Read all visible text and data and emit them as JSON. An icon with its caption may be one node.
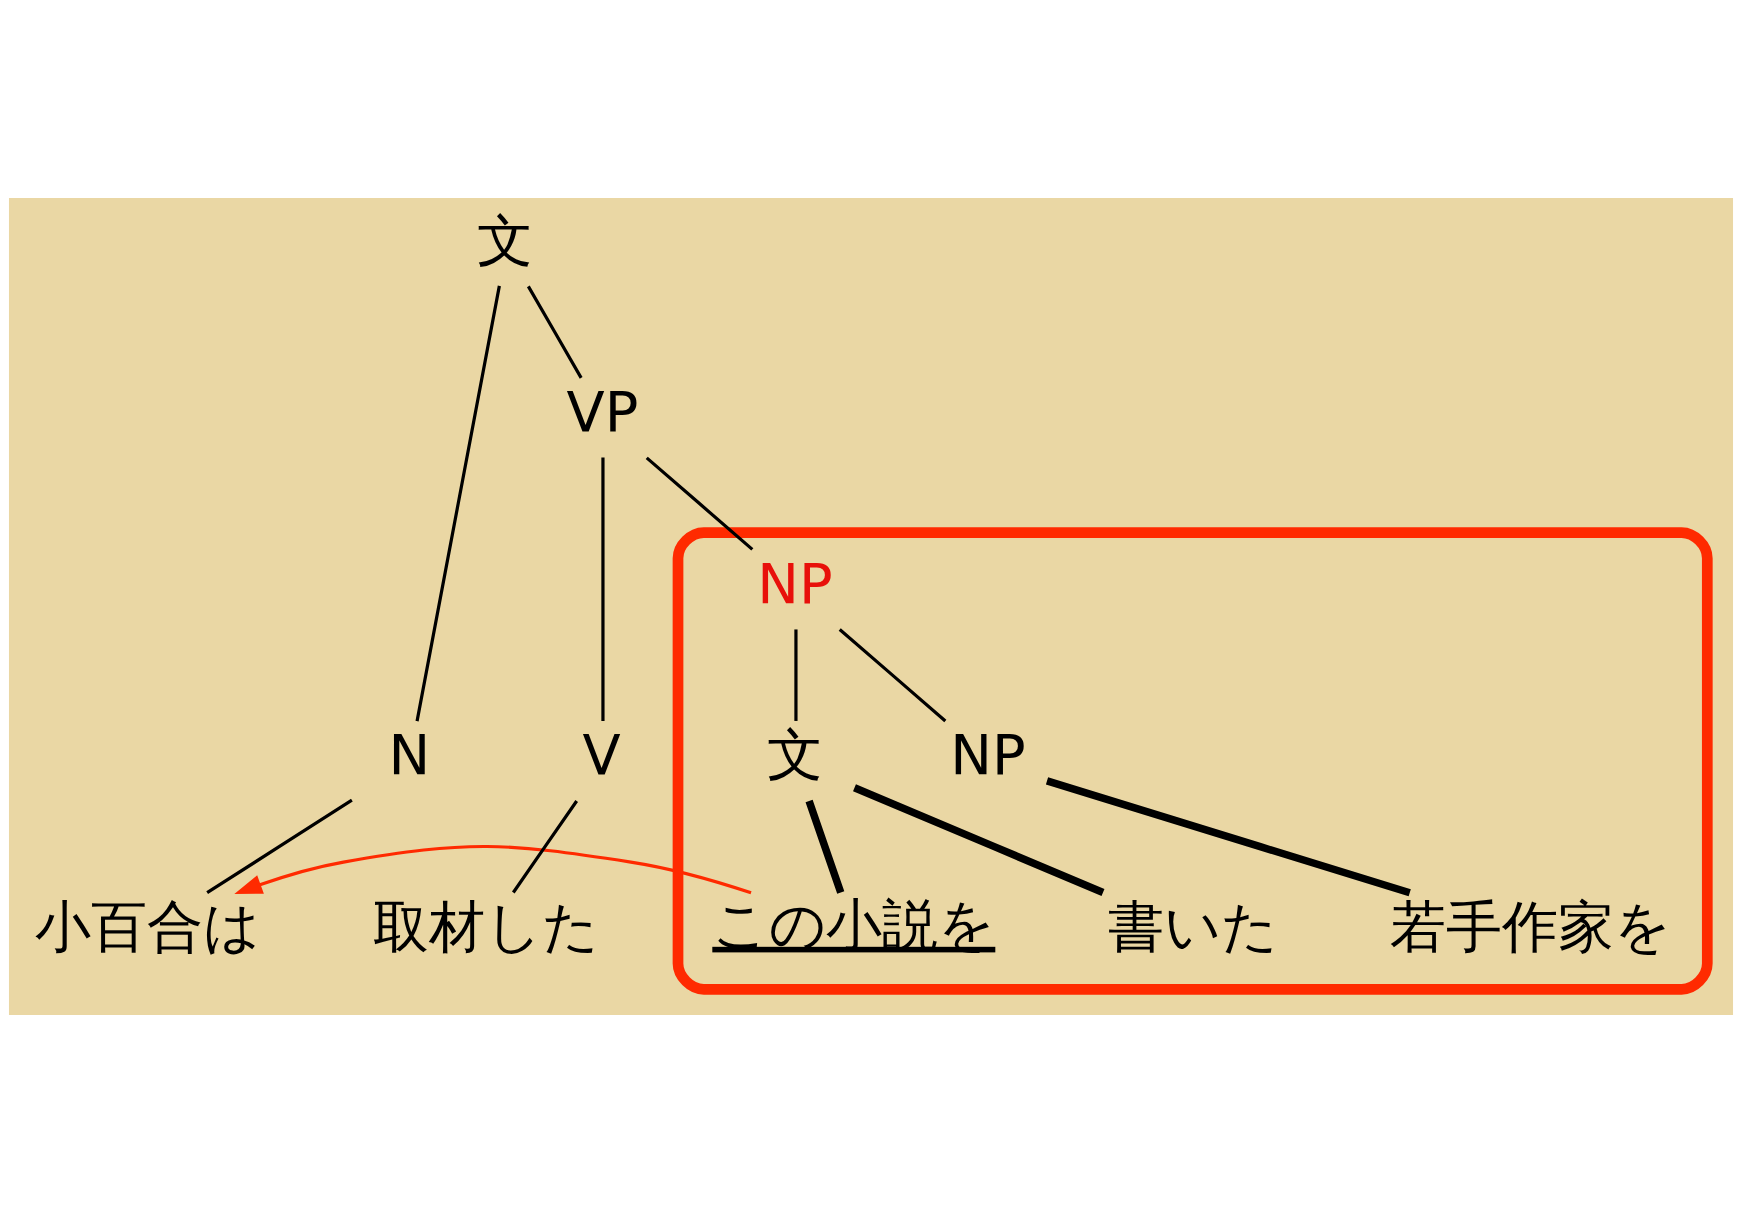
{
  "diagram": {
    "nodes": [
      {
        "text": [
          "文"
        ]
      },
      {
        "text": [
          "VP"
        ]
      },
      {
        "text": [],
        "shape": "box"
      },
      {
        "text": [
          "NP"
        ],
        "in": 2
      },
      {
        "text": [
          "文"
        ],
        "in": 2
      },
      {
        "text": [
          "NP"
        ],
        "in": 2
      },
      {
        "text": [
          "N"
        ]
      },
      {
        "text": [
          "V"
        ]
      },
      {
        "text": [
          "小百合は"
        ]
      },
      {
        "text": [
          "この小説を"
        ],
        "in": 2
      },
      {
        "text": [
          "書いた"
        ],
        "in": 2
      },
      {
        "text": [
          "若手作家を"
        ],
        "in": 2
      },
      {
        "text": [
          "取材した"
        ]
      }
    ],
    "edges": [
      {
        "from": 0,
        "to": 6,
        "arrow": "none"
      },
      {
        "from": 0,
        "to": 1,
        "arrow": "none"
      },
      {
        "from": 1,
        "to": 3,
        "arrow": "none"
      },
      {
        "from": 1,
        "to": 7,
        "arrow": "none"
      },
      {
        "from": 3,
        "to": 4,
        "arrow": "none"
      },
      {
        "from": 3,
        "to": 5,
        "arrow": "none"
      },
      {
        "from": 4,
        "to": 9,
        "arrow": "none",
        "style": "thick"
      },
      {
        "from": 4,
        "to": 10,
        "arrow": "none",
        "style": "thick"
      },
      {
        "from": 5,
        "to": 11,
        "arrow": "none",
        "style": "thick"
      },
      {
        "from": 6,
        "to": 8,
        "arrow": "none"
      },
      {
        "from": 7,
        "to": 12,
        "arrow": "none"
      },
      {
        "from": 9,
        "to": 8,
        "arrow": "to",
        "color": "#ff2a00"
      }
    ]
  }
}
